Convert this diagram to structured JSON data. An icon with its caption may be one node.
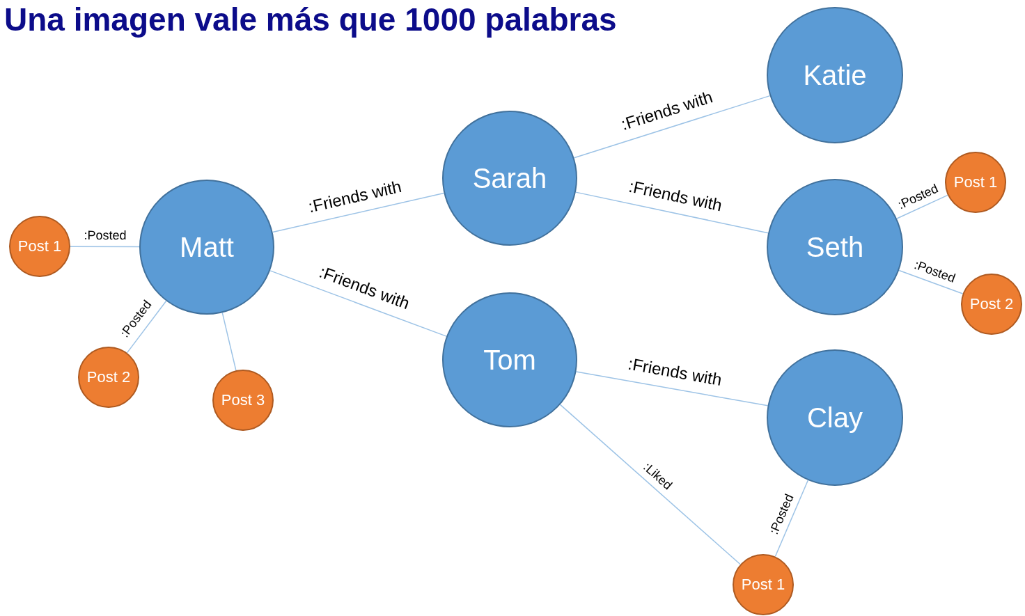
{
  "diagram": {
    "title": "Una imagen vale más que 1000 palabras",
    "nodes": [
      {
        "text": [
          "Matt"
        ]
      },
      {
        "text": [
          "Sarah"
        ]
      },
      {
        "text": [
          "Katie"
        ]
      },
      {
        "text": [
          "Seth"
        ]
      },
      {
        "text": [
          "Tom"
        ]
      },
      {
        "text": [
          "Clay"
        ]
      },
      {
        "text": [
          "Post 1"
        ]
      },
      {
        "text": [
          "Post 2"
        ]
      },
      {
        "text": [
          "Post 3"
        ]
      },
      {
        "text": [
          "Post 1"
        ]
      },
      {
        "text": [
          "Post 2"
        ]
      },
      {
        "text": [
          "Post 1"
        ]
      }
    ],
    "edges": [
      {
        "from": 0,
        "to": 6,
        "arrow": "none",
        "label": ":Posted"
      },
      {
        "from": 0,
        "to": 1,
        "arrow": "none",
        "label": ":Friends with"
      },
      {
        "from": 0,
        "to": 4,
        "arrow": "none",
        "label": ":Friends with"
      },
      {
        "from": 0,
        "to": 7,
        "arrow": "none",
        "label": ":Posted"
      },
      {
        "from": 0,
        "to": 8,
        "arrow": "none"
      },
      {
        "from": 1,
        "to": 2,
        "arrow": "none",
        "label": ":Friends with"
      },
      {
        "from": 1,
        "to": 3,
        "arrow": "none",
        "label": ":Friends with"
      },
      {
        "from": 3,
        "to": 9,
        "arrow": "none",
        "label": ":Posted"
      },
      {
        "from": 3,
        "to": 10,
        "arrow": "none",
        "label": ":Posted"
      },
      {
        "from": 4,
        "to": 5,
        "arrow": "none",
        "label": ":Friends with"
      },
      {
        "from": 4,
        "to": 11,
        "arrow": "none",
        "label": ":Liked"
      },
      {
        "from": 5,
        "to": 11,
        "arrow": "none",
        "label": ":Posted"
      }
    ]
  }
}
